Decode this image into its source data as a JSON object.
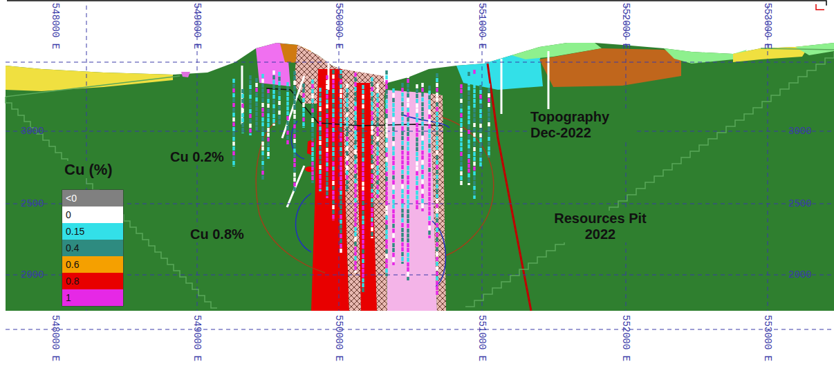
{
  "diagram": {
    "labels": [
      "548000 E",
      "549000 E",
      "550000 E",
      "551000 E",
      "552000 E",
      "553000 E",
      "3000",
      "2500",
      "2000",
      "3000",
      "2500",
      "2000",
      "Cu (%)",
      "Cu 0.2%",
      "Cu 0.8%",
      "Topography Dec-2022",
      "Resources Pit 2022",
      "548000 E",
      "549000 E",
      "550000 E",
      "551000 E",
      "552000 E",
      "553000 E"
    ],
    "legend": [
      {
        "text": "<0",
        "color": "#808080"
      },
      {
        "text": "0",
        "color": "#ffffff"
      },
      {
        "text": "0.15",
        "color": "#33e0e8"
      },
      {
        "text": "0.4",
        "color": "#2e8b80"
      },
      {
        "text": "0.6",
        "color": "#f5a000"
      },
      {
        "text": "0.8",
        "color": "#e80000"
      },
      {
        "text": "1",
        "color": "#e628e6"
      }
    ]
  }
}
